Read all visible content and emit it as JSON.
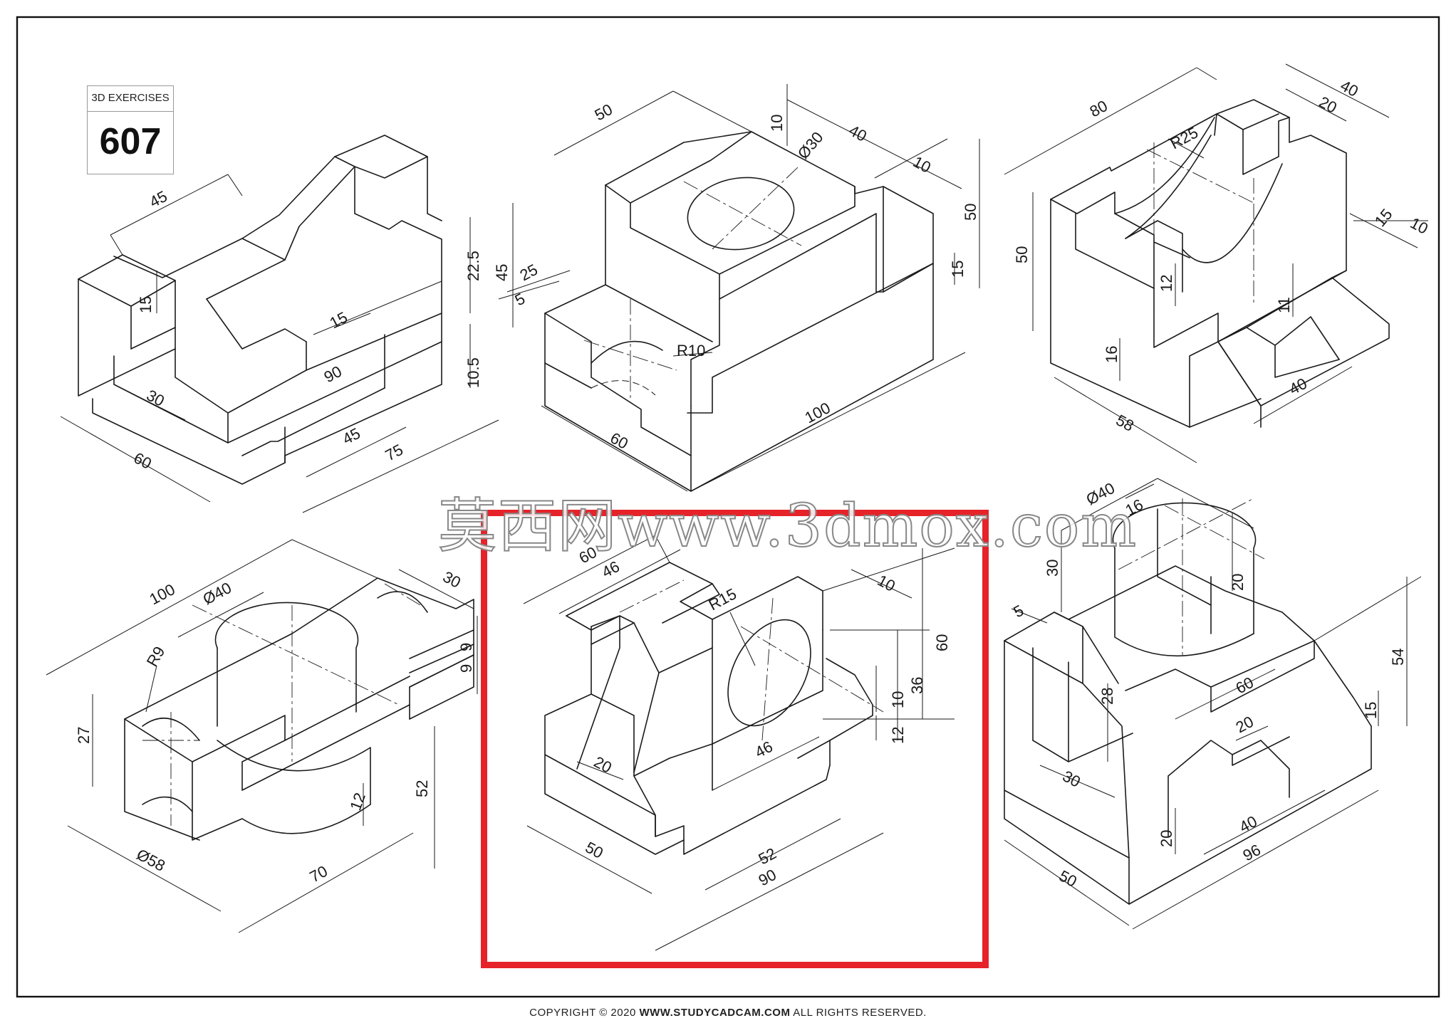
{
  "title_block": {
    "label": "3D EXERCISES",
    "number": "607"
  },
  "watermark": "莫西网www.3dmox.com",
  "footer": {
    "prefix": "COPYRIGHT © 2020 ",
    "site": "WWW.STUDYCADCAM.COM",
    "suffix": " ALL RIGHTS RESERVED."
  },
  "highlight_color": "#e52329",
  "drawings": [
    {
      "id": "drawing-1",
      "dimensions": [
        "45",
        "22.5",
        "45",
        "15",
        "15",
        "90",
        "10.5",
        "30",
        "60",
        "45",
        "75"
      ]
    },
    {
      "id": "drawing-2",
      "dimensions": [
        "50",
        "10",
        "40",
        "Ø30",
        "10",
        "50",
        "25",
        "5",
        "R10",
        "15",
        "60",
        "100"
      ]
    },
    {
      "id": "drawing-3",
      "dimensions": [
        "80",
        "40",
        "20",
        "R25",
        "50",
        "15",
        "10",
        "12",
        "11",
        "16",
        "40",
        "58"
      ]
    },
    {
      "id": "drawing-4",
      "dimensions": [
        "100",
        "Ø40",
        "30",
        "R9",
        "9",
        "9",
        "27",
        "12",
        "52",
        "Ø58",
        "70"
      ]
    },
    {
      "id": "drawing-5",
      "dimensions": [
        "60",
        "46",
        "R15",
        "10",
        "60",
        "36",
        "10",
        "12",
        "20",
        "46",
        "50",
        "52",
        "90"
      ]
    },
    {
      "id": "drawing-6",
      "dimensions": [
        "Ø40",
        "16",
        "30",
        "20",
        "5",
        "54",
        "28",
        "60",
        "20",
        "15",
        "30",
        "20",
        "40",
        "50",
        "96"
      ]
    }
  ]
}
